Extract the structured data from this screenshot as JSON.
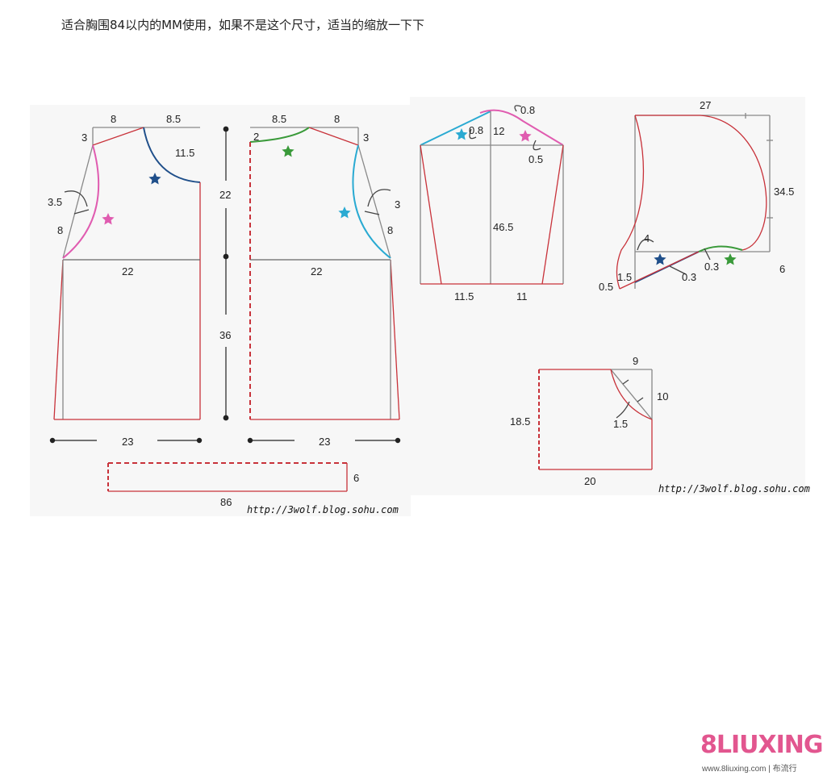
{
  "caption": "适合胸围84以内的MM使用，如果不是这个尺寸，适当的缩放一下下",
  "watermark_url_1": "http://3wolf.blog.sohu.com",
  "watermark_url_2": "http://3wolf.blog.sohu.com",
  "colors": {
    "outline": "#c8323a",
    "pink": "#e05cb0",
    "blue": "#1f4f8a",
    "cyan": "#2aaad2",
    "green": "#3a9a3a",
    "gray": "#888888"
  },
  "front": {
    "m8": "8",
    "m8_5": "8.5",
    "m3": "3",
    "m11_5": "11.5",
    "m3_5": "3.5",
    "m8b": "8",
    "m22": "22",
    "m23": "23"
  },
  "back": {
    "m8_5": "8.5",
    "m8": "8",
    "m2": "2",
    "m3": "3",
    "m3b": "3",
    "m8b": "8",
    "m22": "22",
    "m23": "23"
  },
  "center": {
    "m22": "22",
    "m36": "36"
  },
  "band": {
    "m6": "6",
    "m86": "86"
  },
  "sleeve": {
    "m0_8a": "0.8",
    "m0_8b": "0.8",
    "m12": "12",
    "m0_5": "0.5",
    "m46_5": "46.5",
    "m11_5": "11.5",
    "m11": "11"
  },
  "hood": {
    "m27": "27",
    "m34_5": "34.5",
    "m4": "4",
    "m1_5": "1.5",
    "m0_3a": "0.3",
    "m0_3b": "0.3",
    "m0_5": "0.5",
    "m6": "6"
  },
  "pocket": {
    "m9": "9",
    "m10": "10",
    "m18_5": "18.5",
    "m1_5": "1.5",
    "m20": "20"
  },
  "logo": {
    "text": "8LIUXING",
    "sub": "www.8liuxing.com | 布流行"
  }
}
